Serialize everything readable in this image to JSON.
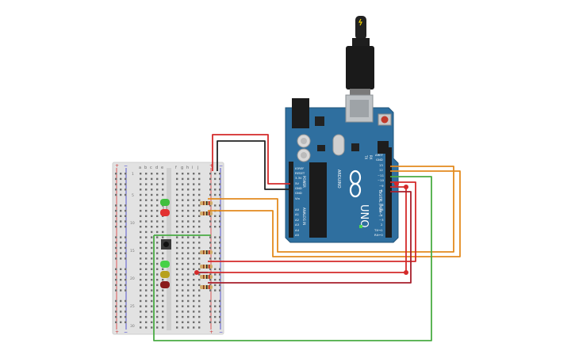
{
  "board": {
    "brand": "ARDUINO",
    "model": "UNO",
    "tx_label": "TX",
    "rx_label": "RX",
    "power_header": "POWER",
    "analog_header": "ANALOG IN",
    "digital_header": "DIGITAL (PWM~)",
    "power_pins": [
      "IOREF",
      "RESET",
      "3.3V",
      "5V",
      "GND",
      "GND",
      "Vin"
    ],
    "analog_pins": [
      "A0",
      "A1",
      "A2",
      "A3",
      "A4",
      "A5"
    ],
    "digital_top_pins": [
      "AREF",
      "GND",
      "13",
      "12",
      "~11",
      "~10",
      "~9",
      "8"
    ],
    "digital_bottom_pins": [
      "7",
      "~6",
      "~5",
      "4",
      "~3",
      "2",
      "TX→1",
      "RX←0"
    ]
  },
  "breadboard": {
    "columns": [
      "a",
      "b",
      "c",
      "d",
      "e",
      "f",
      "g",
      "h",
      "i",
      "j"
    ],
    "rail_plus": "+",
    "rail_minus": "−",
    "row_numbers": [
      "1",
      "5",
      "10",
      "15",
      "20",
      "25",
      "30"
    ]
  },
  "colors": {
    "board": "#2f6f9f",
    "board_dark": "#22557b",
    "wire_red": "#d42a2a",
    "wire_orange": "#e38a1e",
    "wire_green": "#4aac44",
    "wire_black": "#222222",
    "wire_darkred": "#a81f2b"
  },
  "components": [
    {
      "type": "led",
      "color": "green",
      "hex": "#3fbf3f"
    },
    {
      "type": "led",
      "color": "red",
      "hex": "#e23030"
    },
    {
      "type": "led",
      "color": "green",
      "hex": "#47d147"
    },
    {
      "type": "led",
      "color": "yellow",
      "hex": "#b7a11c"
    },
    {
      "type": "led",
      "color": "red",
      "hex": "#8a1a1a"
    },
    {
      "type": "pushbutton"
    },
    {
      "type": "resistor",
      "count": 6
    }
  ]
}
